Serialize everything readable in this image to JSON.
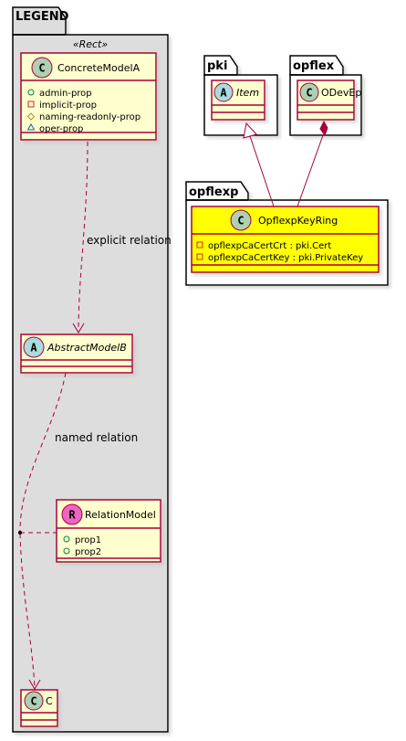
{
  "legend": {
    "title": "LEGEND",
    "stereotype": "«Rect»",
    "concrete": {
      "badge": "C",
      "name": "ConcreteModelA",
      "attrs": [
        {
          "vis": "+",
          "label": "admin-prop"
        },
        {
          "vis": "-",
          "label": "implicit-prop"
        },
        {
          "vis": "#",
          "label": "naming-readonly-prop"
        },
        {
          "vis": "~",
          "label": "oper-prop"
        }
      ]
    },
    "abstract": {
      "badge": "A",
      "name": "AbstractModelB"
    },
    "relation_model": {
      "badge": "R",
      "name": "RelationModel",
      "attrs": [
        {
          "vis": "+",
          "label": "prop1"
        },
        {
          "vis": "+",
          "label": "prop2"
        }
      ]
    },
    "c_class": {
      "badge": "C",
      "name": "C"
    },
    "explicit_label": "explicit relation",
    "named_label": "named relation"
  },
  "pki": {
    "title": "pki",
    "item": {
      "badge": "A",
      "name": "Item"
    }
  },
  "opflex": {
    "title": "opflex",
    "odevep": {
      "badge": "C",
      "name": "ODevEp"
    }
  },
  "opflexp": {
    "title": "opflexp",
    "keyring": {
      "badge": "C",
      "name": "OpflexpKeyRing",
      "attrs": [
        {
          "vis": "-",
          "label": "opflexpCaCertCrt : pki.Cert"
        },
        {
          "vis": "-",
          "label": "opflexpCaCertKey : pki.PrivateKey"
        }
      ]
    }
  },
  "colors": {
    "class_fill": "#FEFECE",
    "class_border": "#A80036",
    "highlight_fill": "#FFFF00",
    "badge_class": "#ADD1B2",
    "badge_abstract": "#A9DCDF",
    "badge_relation": "#EB66C2",
    "package_fill": "#DDDDDD",
    "vis_public": "#038048",
    "vis_private": "#C82930",
    "vis_protected": "#B38D22",
    "vis_package": "#1963A0"
  }
}
